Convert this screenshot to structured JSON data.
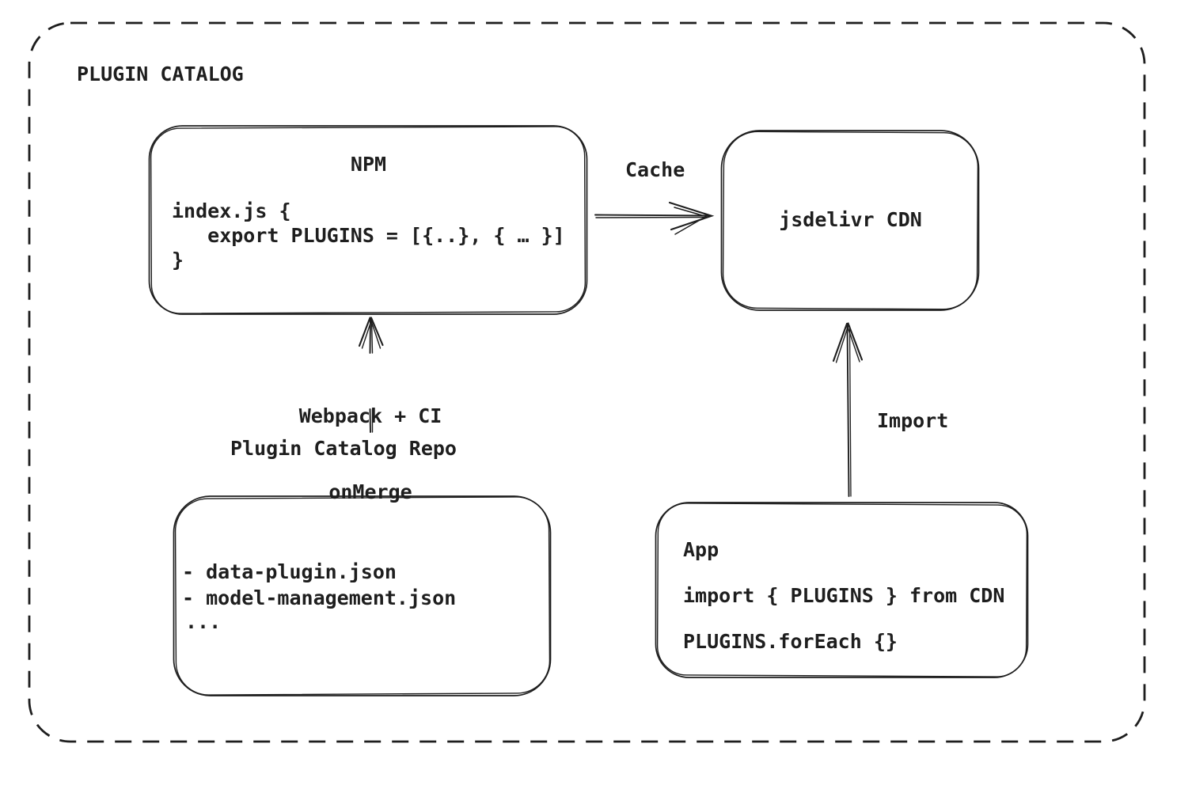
{
  "frame": {
    "title": "PLUGIN CATALOG"
  },
  "nodes": {
    "npm": {
      "title": "NPM",
      "code": [
        "index.js {",
        "   export PLUGINS = [{..}, { … }]",
        "}"
      ]
    },
    "cdn": {
      "label": "jsdelivr CDN"
    },
    "repo": {
      "heading": "Plugin Catalog Repo",
      "items": [
        "- data-plugin.json",
        "- model-management.json",
        "..."
      ]
    },
    "app": {
      "title": "App",
      "code": [
        "import { PLUGINS } from CDN",
        "PLUGINS.forEach {}"
      ]
    }
  },
  "edges": {
    "cache": {
      "label": "Cache"
    },
    "build": {
      "label": [
        "Webpack + CI",
        "onMerge"
      ]
    },
    "import": {
      "label": "Import"
    }
  },
  "colors": {
    "ink": "#1e1e1e",
    "background": "#ffffff"
  }
}
